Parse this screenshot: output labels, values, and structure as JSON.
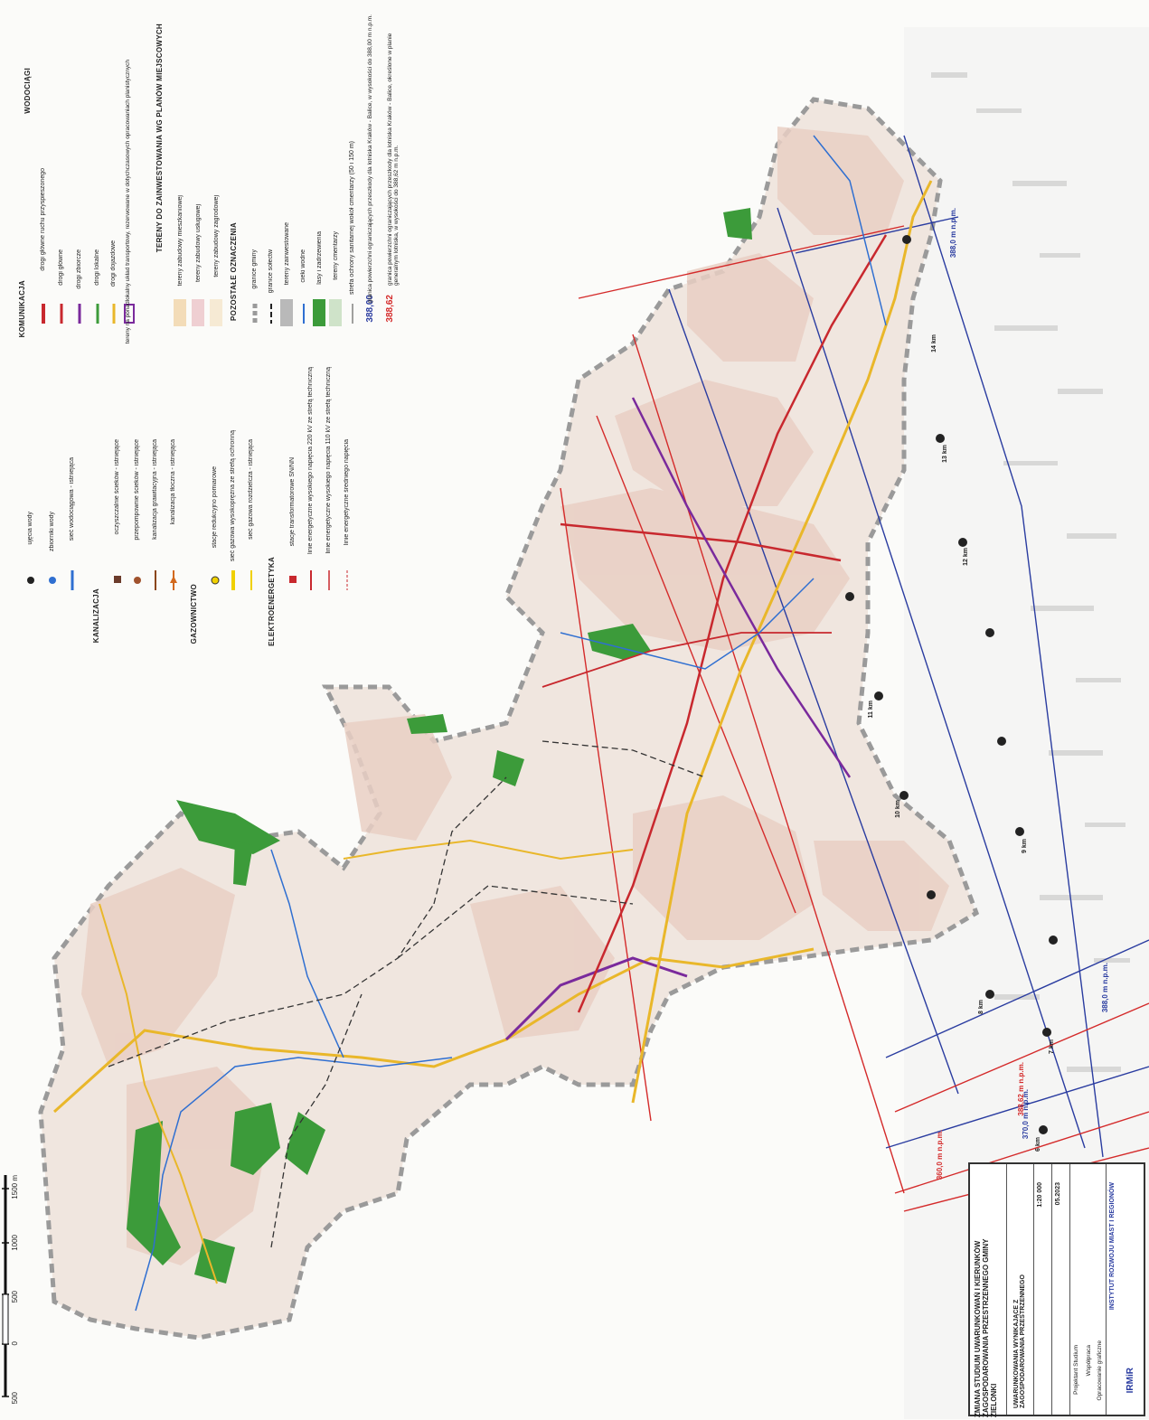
{
  "legend": {
    "wodociagi": {
      "title": "WODOCIĄGI",
      "items": [
        "ujęcia wody",
        "zbiorniki wody",
        "sieć wodociągowa - istniejąca"
      ]
    },
    "kanalizacja": {
      "title": "KANALIZACJA",
      "items": [
        "oczyszczalnie ścieków - istniejące",
        "przepompownie ścieków - istniejące",
        "kanalizacja grawitacyjna - istniejąca",
        "kanalizacja tłoczna - istniejąca"
      ]
    },
    "gazownictwo": {
      "title": "GAZOWNICTWO",
      "items": [
        "stacje redukcyjno pomiarowe",
        "sieć gazowa wysokoprężna ze strefą ochronną",
        "sieć gazowa rozdzielcza - istniejąca"
      ]
    },
    "elektroenergetyka": {
      "title": "ELEKTROENERGETYKA",
      "items": [
        "stacje transformatorowe SN/NN",
        "linie energetyczne wysokiego napięcia 220 kV ze strefą techniczną",
        "linie energetyczne wysokiego napięcia 110 kV ze strefą techniczną",
        "linie energetyczne średniego napięcia"
      ]
    },
    "komunikacja": {
      "title": "KOMUNIKACJA",
      "items": [
        "drogi główne ruchu przyspieszonego",
        "drogi główne",
        "drogi zbiorcze",
        "drogi lokalne",
        "drogi dojazdowe",
        "tereny na ponadlokalny układ transportowy, rezerwowane w dotychczasowych opracowaniach planistycznych"
      ]
    },
    "tereny": {
      "title": "TERENY DO ZAINWESTOWANIA WG PLANÓW MIEJSCOWYCH",
      "items": [
        "tereny zabudowy mieszkaniowej",
        "tereny zabudowy usługowej",
        "tereny zabudowy zagrodowej"
      ]
    },
    "pozostale": {
      "title": "POZOSTAŁE OZNACZENIA",
      "items": [
        "granice gminy",
        "granice sołectw",
        "tereny zainwestowane",
        "cieki wodne",
        "lasy i zadrzewienia",
        "tereny cmentarzy",
        "strefa ochrony sanitarnej wokół cmentarzy (50 i 150 m)",
        "granica powierzchni ograniczających przeszkody dla lotniska Kraków - Balice, w wysokości do 388,00 m n.p.m.",
        "granica powierzchni ograniczających przeszkody dla lotniska Kraków - Balice, określone w planie generalnym lotniska, w wysokości do 388,62 m n.p.m."
      ],
      "elev_blue": "388,00",
      "elev_red": "388,62"
    }
  },
  "scale": {
    "labels": [
      "500",
      "0",
      "500",
      "1000",
      "1500 m"
    ]
  },
  "elevation_labels": [
    "388,0 m n.p.m.",
    "388,62 m n.p.m.",
    "370,0 m n.p.m.",
    "360,0 m n.p.m."
  ],
  "km_labels": [
    "6 km",
    "7 km",
    "8 km",
    "9 km",
    "10 km",
    "11 km",
    "12 km",
    "13 km",
    "14 km"
  ],
  "title_block": {
    "heading": "ZMIANA STUDIUM UWARUNKOWAŃ I KIERUNKÓW ZAGOSPODAROWANIA PRZESTRZENNEGO GMINY ZIELONKI",
    "subtitle": "UWARUNKOWANIA WYNIKAJĄCE Z ZAGOSPODAROWANIA PRZESTRZENNEGO",
    "scale": "1:20 000",
    "date": "05.2023",
    "roles": [
      "Projektant Studium",
      "Współpraca",
      "Opracowanie graficzne"
    ],
    "institute": "INSTYTUT ROZWOJU MIAST I REGIONÓW",
    "logo": "IRMiR"
  },
  "colors": {
    "boundary": "#9a9a9a",
    "developed": "#e9d9cf",
    "residential": "#f3e2c2",
    "forest": "#3c9b3a",
    "water": "#2f6fd1",
    "road_main": "#c8282e",
    "road_collector": "#7a2a9c",
    "road_local": "#e9b72a",
    "aviation_blue": "#2a3ca0",
    "aviation_red": "#d42a2a",
    "gas": "#f0d000"
  }
}
